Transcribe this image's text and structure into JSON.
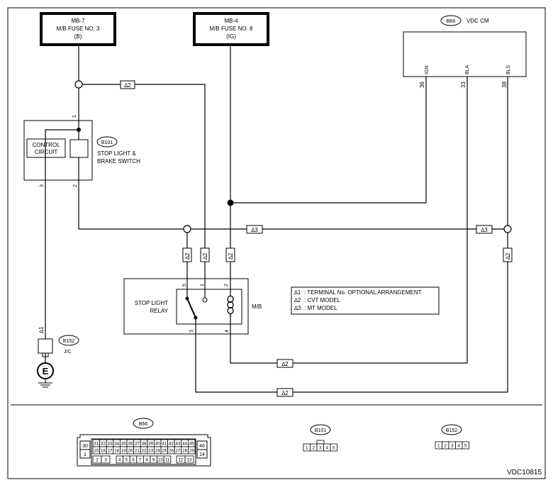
{
  "fuses": {
    "mb7": {
      "code": "MB-7",
      "name": "M/B FUSE NO. 3",
      "supply": "(B)"
    },
    "mb4": {
      "code": "MB-4",
      "name": "M/B FUSE NO. 8",
      "supply": "(IG)"
    }
  },
  "vdc": {
    "connector": "B66",
    "title": "VDC CM",
    "pins": [
      {
        "signal": "IGN",
        "number": "36"
      },
      {
        "signal": "BLA",
        "number": "33"
      },
      {
        "signal": "BLS",
        "number": "38"
      }
    ]
  },
  "switch": {
    "connector": "B101",
    "name_line1": "STOP LIGHT &",
    "name_line2": "BRAKE SWITCH",
    "circuit_line1": "CONTROL",
    "circuit_line2": "CIRCUIT",
    "pin_top": "1",
    "pin_left": "3",
    "pin_right": "2"
  },
  "relay": {
    "name_line1": "STOP LIGHT",
    "name_line2": "RELAY",
    "location": "M/B",
    "pin5": "5",
    "pin1": "1",
    "pin2": "2",
    "pin3": "3",
    "pin4": "4"
  },
  "joint": {
    "connector": "B152",
    "name": "J/C",
    "note": "∆1",
    "ground": "E"
  },
  "notes": [
    {
      "mark": "∆1",
      "text": ": TERMINAL No. OPTIONAL ARRANGEMENT"
    },
    {
      "mark": "∆2",
      "text": ": CVT MODEL"
    },
    {
      "mark": "∆3",
      "text": ": MT MODEL"
    }
  ],
  "tags": {
    "s2": "∆2",
    "s3": "∆3"
  },
  "connectors": {
    "b66": {
      "label": "B66",
      "top_left": "30",
      "mid_left": "1",
      "top_right": "46",
      "mid_right": "14",
      "row1": [
        "31",
        "32",
        "33",
        "34",
        "35",
        "36",
        "37",
        "38",
        "39",
        "40",
        "41",
        "42",
        "43",
        "44",
        "45"
      ],
      "row2": [
        "15",
        "16",
        "17",
        "18",
        "19",
        "20",
        "21",
        "22",
        "23",
        "24",
        "25",
        "26",
        "27",
        "28",
        "29"
      ],
      "row3a": [
        "2",
        "3"
      ],
      "row3b": [
        "4",
        "5",
        "6",
        "7",
        "8",
        "9",
        "10",
        "11"
      ],
      "row3c": [
        "12",
        "13"
      ]
    },
    "b101": {
      "label": "B101",
      "pins": [
        "1",
        "2",
        "3",
        "4",
        "5"
      ]
    },
    "b152": {
      "label": "B152",
      "pins": [
        "1",
        "2",
        "3",
        "4",
        "5"
      ]
    }
  },
  "diagram_code": "VDC10815"
}
